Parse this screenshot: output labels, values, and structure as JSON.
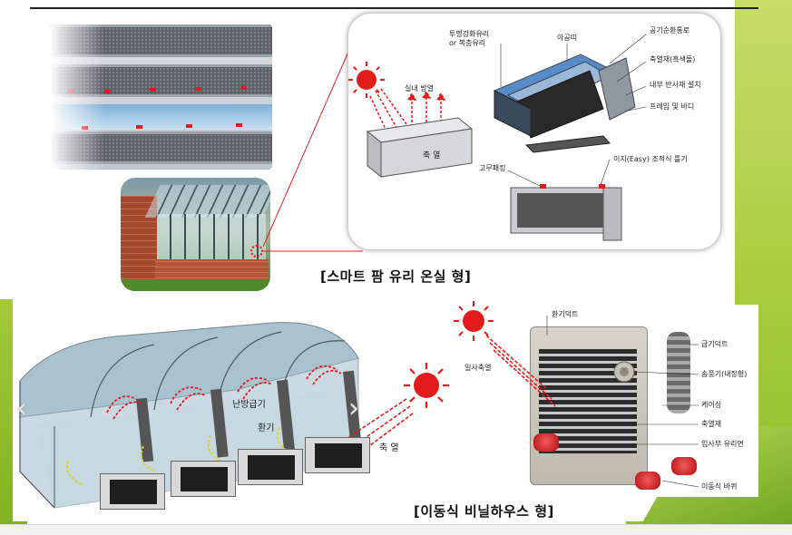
{
  "smart_farm": {
    "caption": "[스마트 팜 유리 온실 형]",
    "indoor_release": "실내 방열",
    "heat_storage": "축 열",
    "parts": {
      "tempered_glass": "투명강화유리",
      "or_double_glass": "or 복층유리",
      "frame_layer": "아공띠",
      "air_passage": "공기순환통로",
      "heat_material": "축열재(흑색돌)",
      "reflector": "내부 반사재 설치",
      "frame_body": "프레임 및 바디",
      "rubber_packing": "고무패킹",
      "easy_assembly": "이지(Easy) 조적식 틀기"
    }
  },
  "mobile_house": {
    "caption": "[이동식 비닐하우스 형]",
    "heating_supply": "난방급기",
    "ventilation": "환기",
    "heat_storage": "축 열"
  },
  "heater_unit": {
    "exhaust_duct": "환기덕트",
    "supply_duct": "급기덕트",
    "solar_storage": "일사축열",
    "blower": "송풍기(내장형)",
    "casing": "케이싱",
    "heat_material": "축열재",
    "glass_face": "입사부 유리면",
    "wheels": "이동식 바퀴"
  },
  "colors": {
    "accent_red": "#e21b1b",
    "green_bg": "#a8cc3c"
  }
}
